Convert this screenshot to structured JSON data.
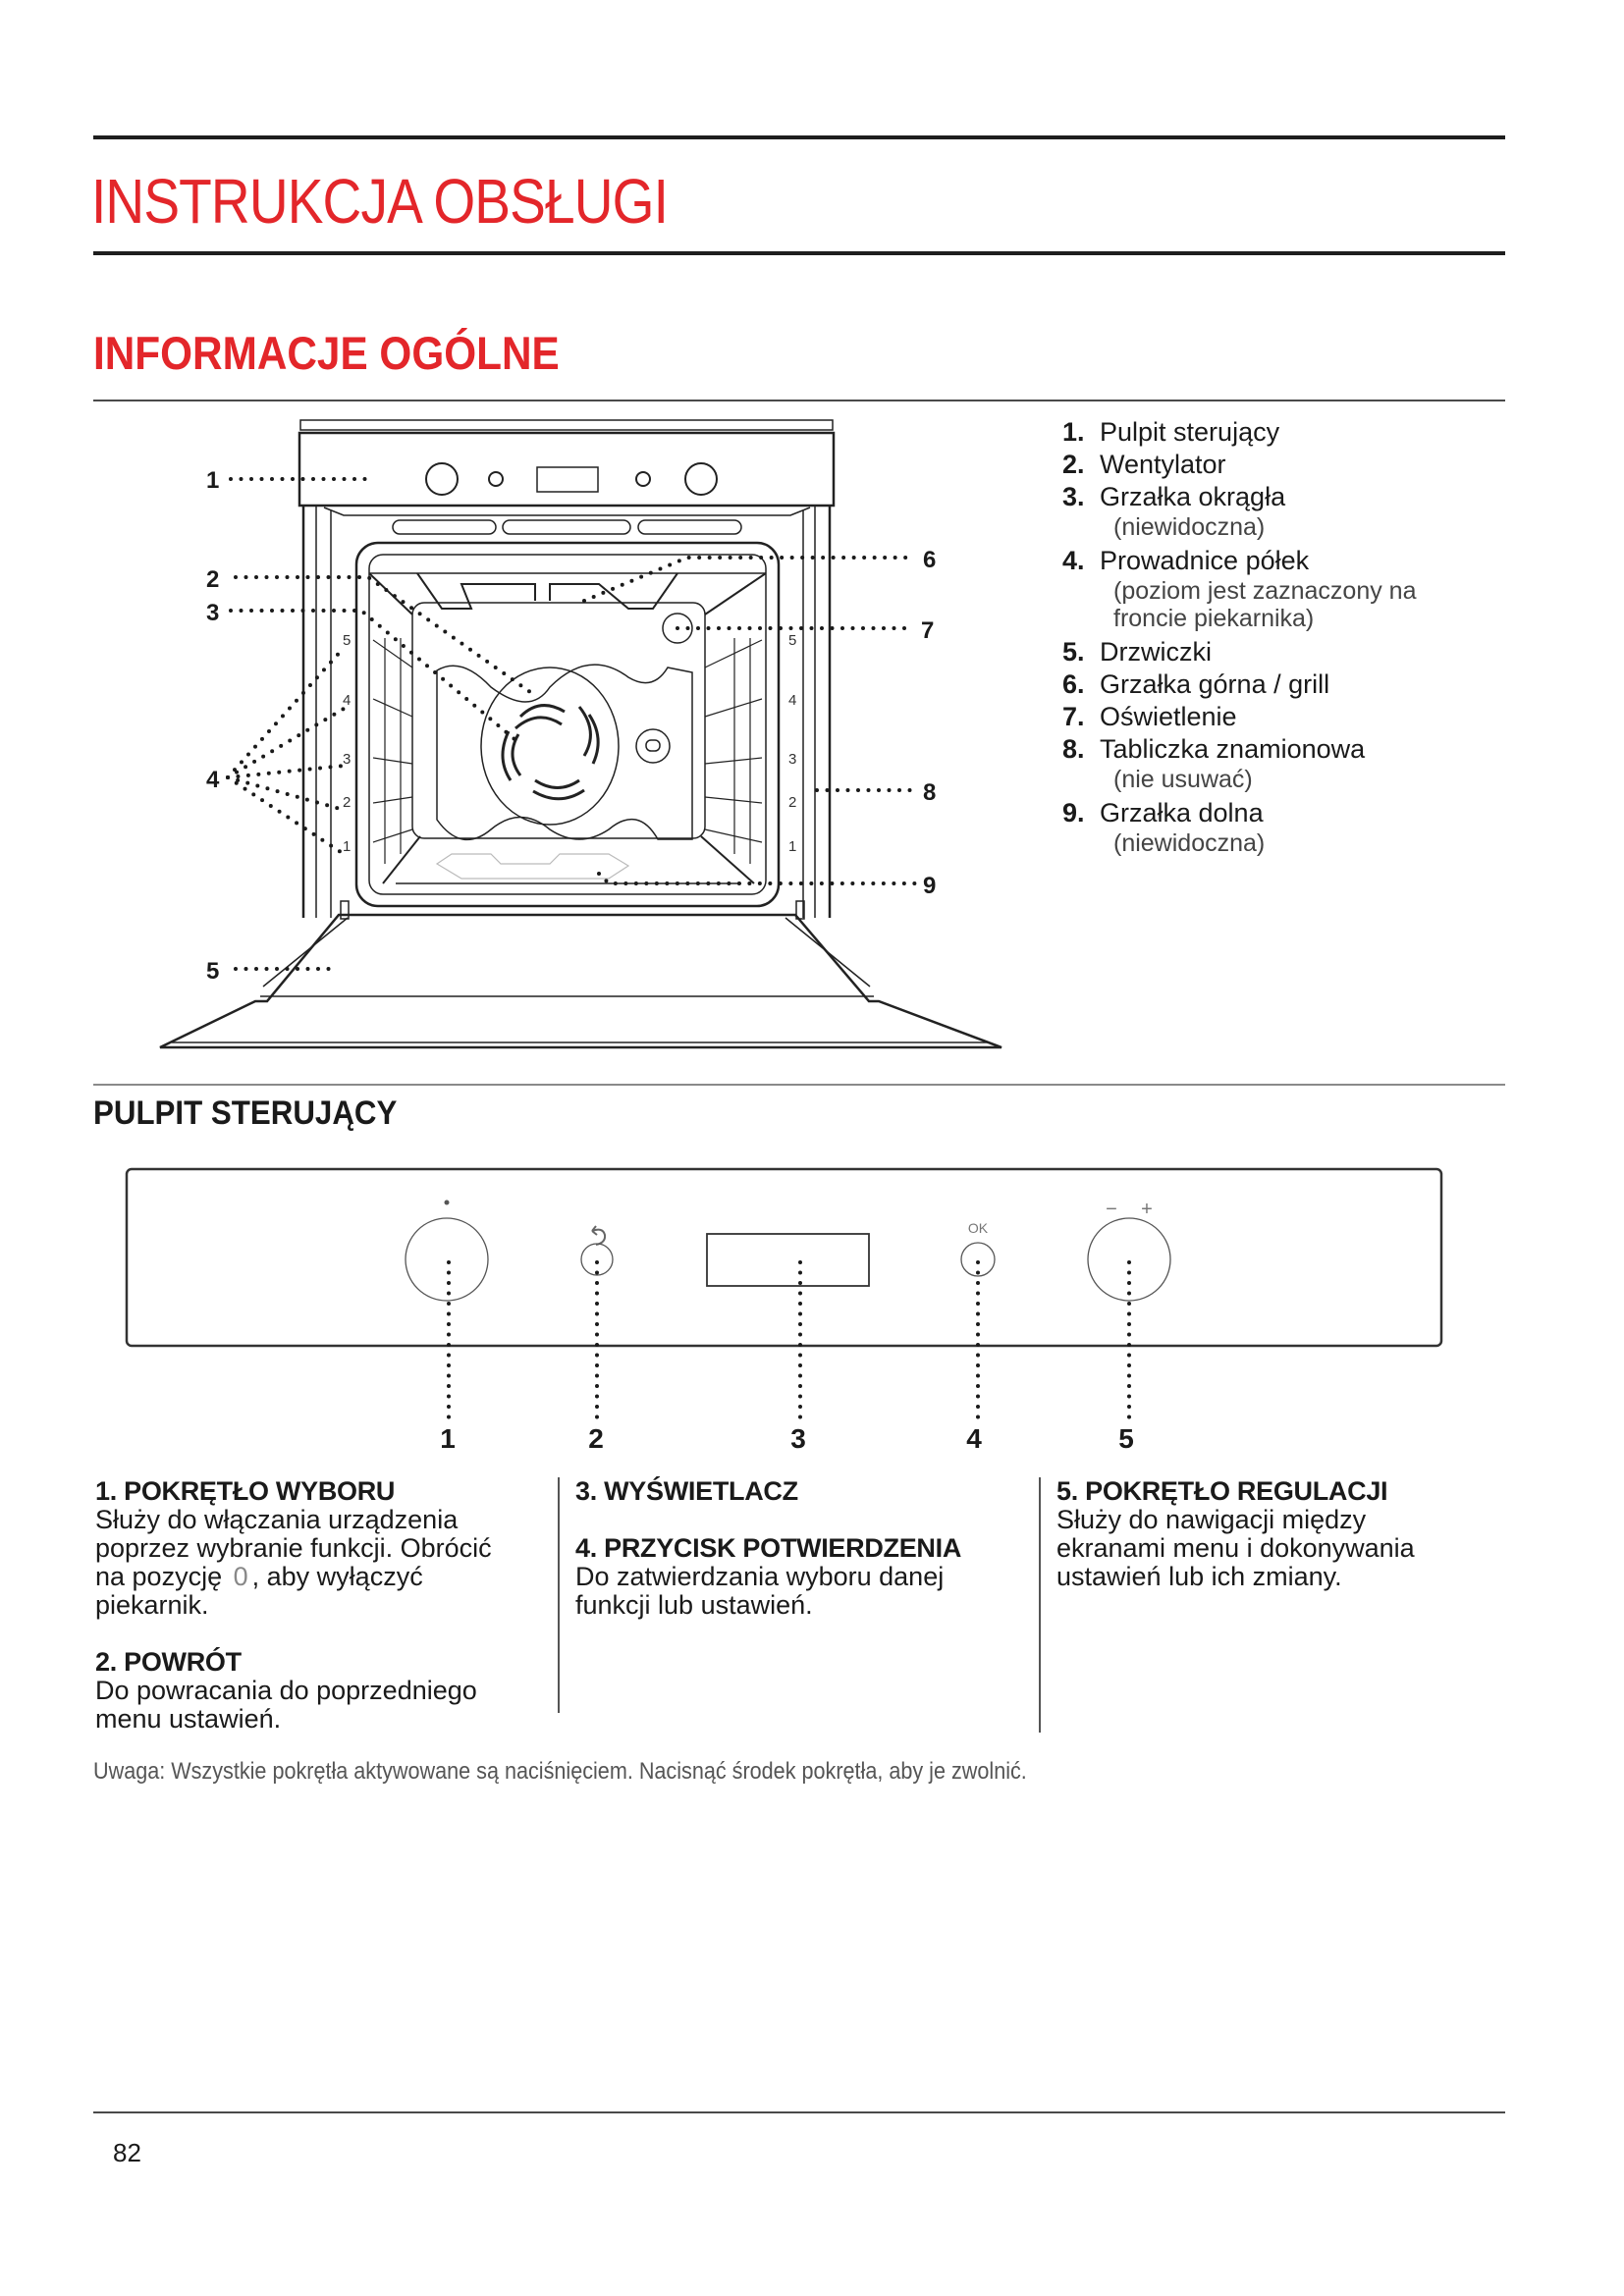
{
  "header": {
    "title": "INSTRUKCJA OBSŁUGI"
  },
  "section": {
    "title": "INFORMACJE OGÓLNE"
  },
  "oven_diagram": {
    "callouts": [
      "1",
      "2",
      "3",
      "4",
      "5",
      "6",
      "7",
      "8",
      "9"
    ],
    "shelf_levels": [
      "5",
      "4",
      "3",
      "2",
      "1"
    ],
    "panel_icons": [
      "selector-dot",
      "back-arrow",
      "display",
      "ok",
      "minus-plus"
    ]
  },
  "legend": {
    "items": [
      {
        "num": "1.",
        "label": "Pulpit sterujący",
        "sub": ""
      },
      {
        "num": "2.",
        "label": "Wentylator",
        "sub": ""
      },
      {
        "num": "3.",
        "label": "Grzałka okrągła",
        "sub": "(niewidoczna)"
      },
      {
        "num": "4.",
        "label": "Prowadnice półek",
        "sub": "(poziom jest zaznaczony na froncie piekarnika)"
      },
      {
        "num": "5.",
        "label": "Drzwiczki",
        "sub": ""
      },
      {
        "num": "6.",
        "label": "Grzałka górna / grill",
        "sub": ""
      },
      {
        "num": "7.",
        "label": "Oświetlenie",
        "sub": ""
      },
      {
        "num": "8.",
        "label": "Tabliczka znamionowa",
        "sub": "(nie usuwać)"
      },
      {
        "num": "9.",
        "label": "Grzałka dolna",
        "sub": "(niewidoczna)"
      }
    ]
  },
  "control_panel": {
    "title": "PULPIT STERUJĄCY",
    "ok_label": "OK",
    "minus_label": "−",
    "plus_label": "+",
    "callouts": [
      "1",
      "2",
      "3",
      "4",
      "5"
    ]
  },
  "descriptions": {
    "col1": {
      "h1": "1. POKRĘTŁO WYBORU",
      "p1a": "Służy do włączania urządzenia",
      "p1b": "poprzez wybranie funkcji. Obrócić",
      "p1c_pre": "na pozycję",
      "p1c_glyph": "0",
      "p1c_post": ", aby wyłączyć",
      "p1d": "piekarnik.",
      "h2": "2. POWRÓT",
      "p2a": "Do powracania do poprzedniego",
      "p2b": "menu ustawień."
    },
    "col2": {
      "h3": "3. WYŚWIETLACZ",
      "h4": "4. PRZYCISK POTWIERDZENIA",
      "p4a": "Do zatwierdzania wyboru danej",
      "p4b": "funkcji lub ustawień."
    },
    "col3": {
      "h5": "5. POKRĘTŁO REGULACJI",
      "p5a": "Służy do nawigacji między",
      "p5b": "ekranami menu i dokonywania",
      "p5c": "ustawień lub ich zmiany."
    }
  },
  "note": "Uwaga: Wszystkie pokrętła aktywowane są naciśnięciem. Nacisnąć środek pokrętła, aby je zwolnić.",
  "footer": {
    "page_number": "82"
  },
  "colors": {
    "accent": "#e3262a",
    "text": "#1a1a1a",
    "rule": "#1e1e1e"
  }
}
